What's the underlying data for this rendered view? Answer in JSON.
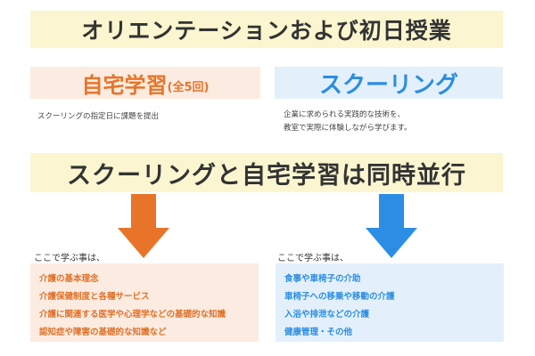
{
  "top_banner": "オリエンテーションおよび初日授業",
  "home_study": {
    "title": "自宅学習",
    "subtitle": "(全5回)",
    "description": "スクーリングの指定日に課題を提出",
    "learn_label": "ここで学ぶ事は、",
    "items": [
      "介護の基本理念",
      "介護保健制度と各種サービス",
      "介護に関連する医学や心理学などの基礎的な知識",
      "認知症や障害の基礎的な知識など"
    ]
  },
  "schooling": {
    "title": "スクーリング",
    "description_lines": [
      "企業に求められる実践的な技術を、",
      "教室で実際に体験しながら学びます。"
    ],
    "learn_label": "ここで学ぶ事は、",
    "items": [
      "食事や車椅子の介助",
      "車椅子への移乗や移動の介護",
      "入浴や排泄などの介護",
      "健康管理・その他"
    ]
  },
  "mid_banner": "スクーリングと自宅学習は同時並行",
  "colors": {
    "orange": "#e8742a",
    "blue": "#2b8de3",
    "banner_bg": "#fbf6cf"
  }
}
